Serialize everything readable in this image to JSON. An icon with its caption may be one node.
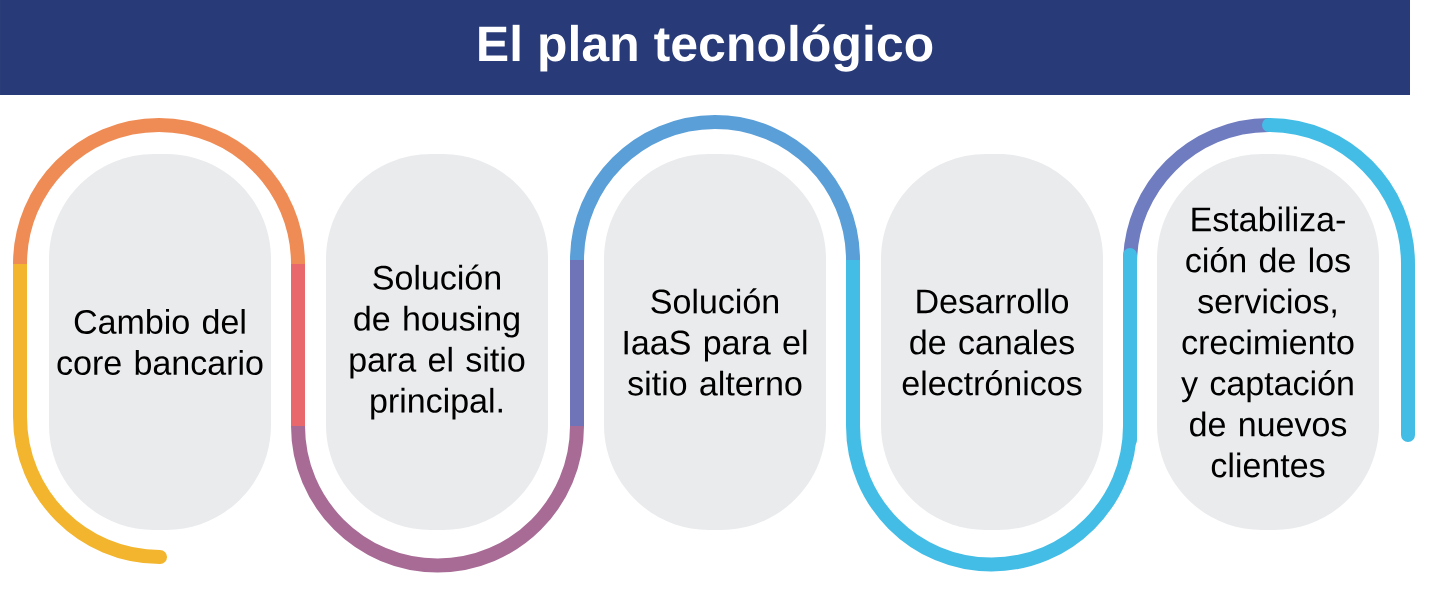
{
  "diagram": {
    "title": "El plan tecnológico",
    "nodes": [
      {
        "text": [
          "Cambio del core bancario"
        ]
      },
      {
        "text": [
          "Solución de housing para el sitio principal."
        ]
      },
      {
        "text": [
          "Solución IaaS para el sitio alterno"
        ]
      },
      {
        "text": [
          "Desarrollo de canales electrónicos"
        ]
      },
      {
        "text": [
          "Estabiliza-ción de los servicios, crecimiento y captación de nuevos clientes"
        ]
      }
    ]
  }
}
